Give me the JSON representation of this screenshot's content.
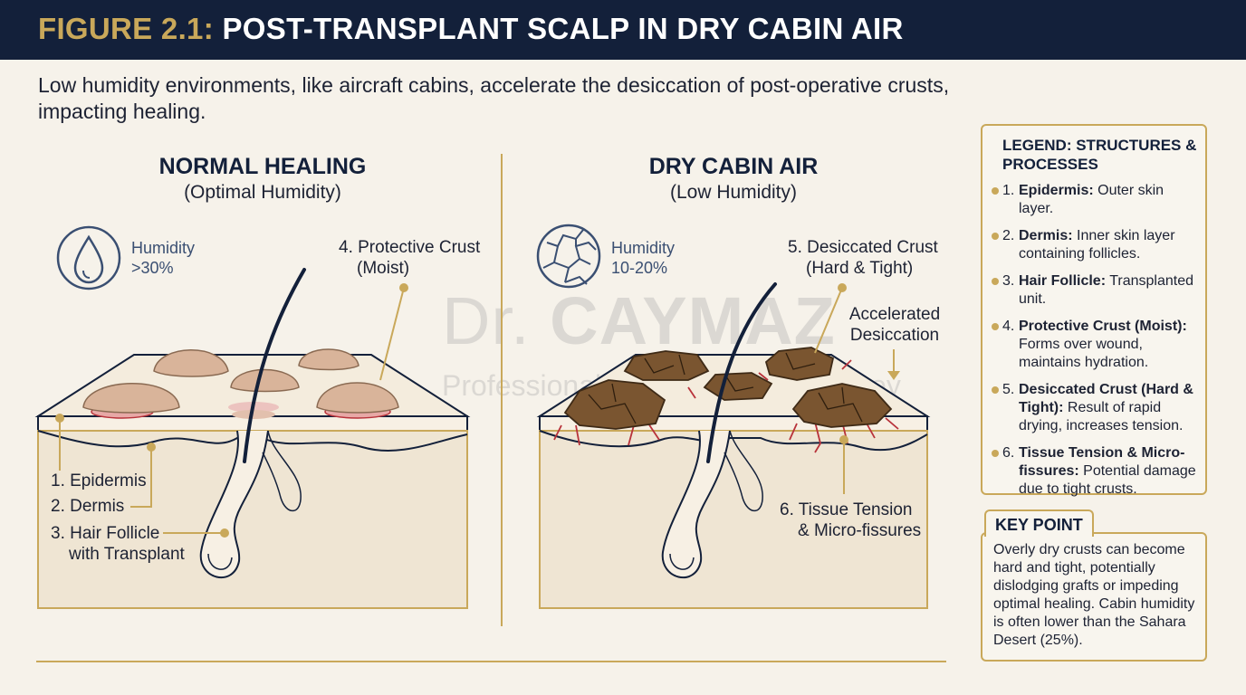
{
  "header": {
    "figure_label": "FIGURE 2.1:",
    "title": "POST-TRANSPLANT SCALP IN DRY CABIN AIR"
  },
  "intro": "Low humidity environments, like aircraft cabins, accelerate the desiccation of post-operative crusts, impacting healing.",
  "panels": {
    "normal": {
      "title": "NORMAL HEALING",
      "subtitle": "(Optimal Humidity)",
      "humidity_label": "Humidity",
      "humidity_value": ">30%",
      "labels": {
        "crust_line1": "4. Protective Crust",
        "crust_line2": "(Moist)",
        "epidermis": "1. Epidermis",
        "dermis": "2. Dermis",
        "follicle_line1": "3. Hair Follicle",
        "follicle_line2": "with Transplant"
      }
    },
    "dry": {
      "title": "DRY CABIN AIR",
      "subtitle": "(Low Humidity)",
      "humidity_label": "Humidity",
      "humidity_value": "10-20%",
      "labels": {
        "crust_line1": "5. Desiccated Crust",
        "crust_line2": "(Hard & Tight)",
        "accel_line1": "Accelerated",
        "accel_line2": "Desiccation",
        "tension_line1": "6. Tissue Tension",
        "tension_line2": "& Micro-fissures"
      }
    }
  },
  "watermark": {
    "line1a": "Dr. ",
    "line1b": "CAYMAZ",
    "line2": "Professional Hair Transplant Turkey"
  },
  "legend": {
    "title": "LEGEND: STRUCTURES & PROCESSES",
    "items": [
      {
        "num": "1.",
        "term": "Epidermis:",
        "desc": "Outer skin layer."
      },
      {
        "num": "2.",
        "term": "Dermis:",
        "desc": "Inner skin layer containing follicles."
      },
      {
        "num": "3.",
        "term": "Hair Follicle:",
        "desc": "Transplanted unit."
      },
      {
        "num": "4.",
        "term": "Protective Crust (Moist):",
        "desc": "Forms over wound, maintains hydration."
      },
      {
        "num": "5.",
        "term": "Desiccated Crust (Hard & Tight):",
        "desc": "Result of rapid drying, increases tension."
      },
      {
        "num": "6.",
        "term": "Tissue Tension & Micro-fissures:",
        "desc": "Potential damage due to tight crusts."
      }
    ]
  },
  "key_point": {
    "title": "KEY POINT",
    "text": "Overly dry crusts can become hard and tight, potentially dislodging grafts or impeding optimal healing. Cabin humidity is often lower than the Sahara Desert (25%)."
  },
  "colors": {
    "header_bg": "#13203a",
    "accent_gold": "#c9a85a",
    "moist_crust": "#d9b49a",
    "dry_crust": "#7a5530",
    "fissure_red": "#b8323a",
    "background": "#f6f2ea"
  },
  "icons": {
    "normal": "water-drop-icon",
    "dry": "cracked-earth-icon"
  }
}
